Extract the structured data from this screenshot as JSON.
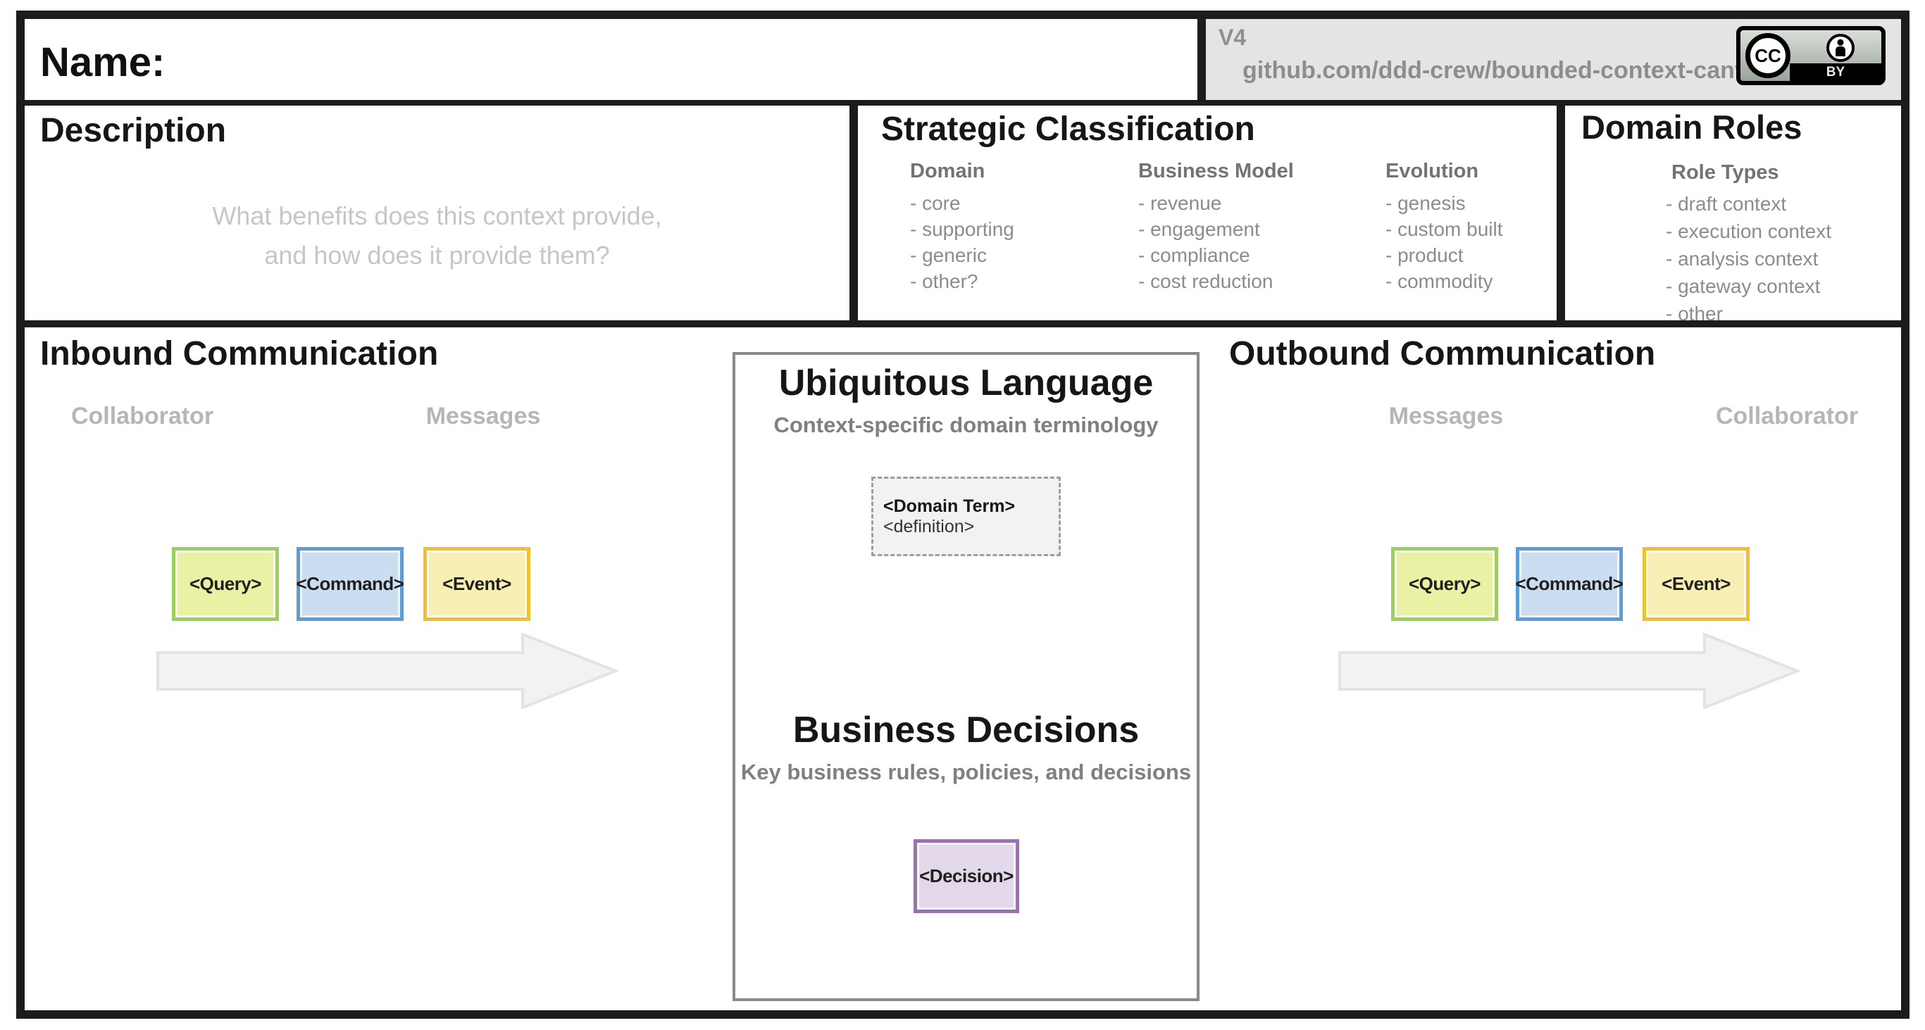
{
  "header": {
    "name_label": "Name:",
    "version": "V4",
    "repo": "github.com/ddd-crew/bounded-context-canvas",
    "license_badge": {
      "cc": "CC",
      "by": "BY"
    }
  },
  "description": {
    "title": "Description",
    "placeholder": [
      "What benefits does this context provide,",
      "and how does it provide them?"
    ]
  },
  "strategic": {
    "title": "Strategic Classification",
    "columns": [
      {
        "header": "Domain",
        "items": [
          "- core",
          "- supporting",
          "- generic",
          "- other?"
        ]
      },
      {
        "header": "Business Model",
        "items": [
          "- revenue",
          "- engagement",
          "- compliance",
          "- cost reduction"
        ]
      },
      {
        "header": "Evolution",
        "items": [
          "- genesis",
          "- custom built",
          "- product",
          "- commodity"
        ]
      }
    ]
  },
  "domain_roles": {
    "title": "Domain Roles",
    "subtitle": "Role Types",
    "items": [
      "- draft context",
      "- execution context",
      "- analysis context",
      "- gateway context",
      "- other"
    ]
  },
  "inbound": {
    "title": "Inbound Communication",
    "collaborator": "Collaborator",
    "messages": "Messages"
  },
  "outbound": {
    "title": "Outbound Communication",
    "messages": "Messages",
    "collaborator": "Collaborator"
  },
  "cards": {
    "query": "<Query>",
    "command": "<Command>",
    "event": "<Event>",
    "decision": "<Decision>"
  },
  "ubiquitous_language": {
    "title": "Ubiquitous Language",
    "subtitle": "Context-specific domain terminology",
    "term_card": {
      "term": "<Domain Term>",
      "definition": "<definition>"
    }
  },
  "business_decisions": {
    "title": "Business Decisions",
    "subtitle": "Key business rules, policies, and decisions"
  },
  "colors": {
    "frame": "#1C1C1C",
    "query_fill": "#EAF1A5",
    "query_border": "#9CCE63",
    "command_fill": "#CBDEF1",
    "command_border": "#5E9CD3",
    "event_fill": "#F8EFB4",
    "event_border": "#EFC132",
    "decision_fill": "#E3D7EA",
    "decision_border": "#9775AB",
    "panel_border": "#8A8A8A",
    "arrow_fill": "#F2F2F2",
    "muted_heading": "#737373",
    "muted_item": "#8C8C8C",
    "faint_label": "#B6B6B6",
    "placeholder_text": "#C6C6C6",
    "version_box_bg": "#E4E4E4"
  }
}
